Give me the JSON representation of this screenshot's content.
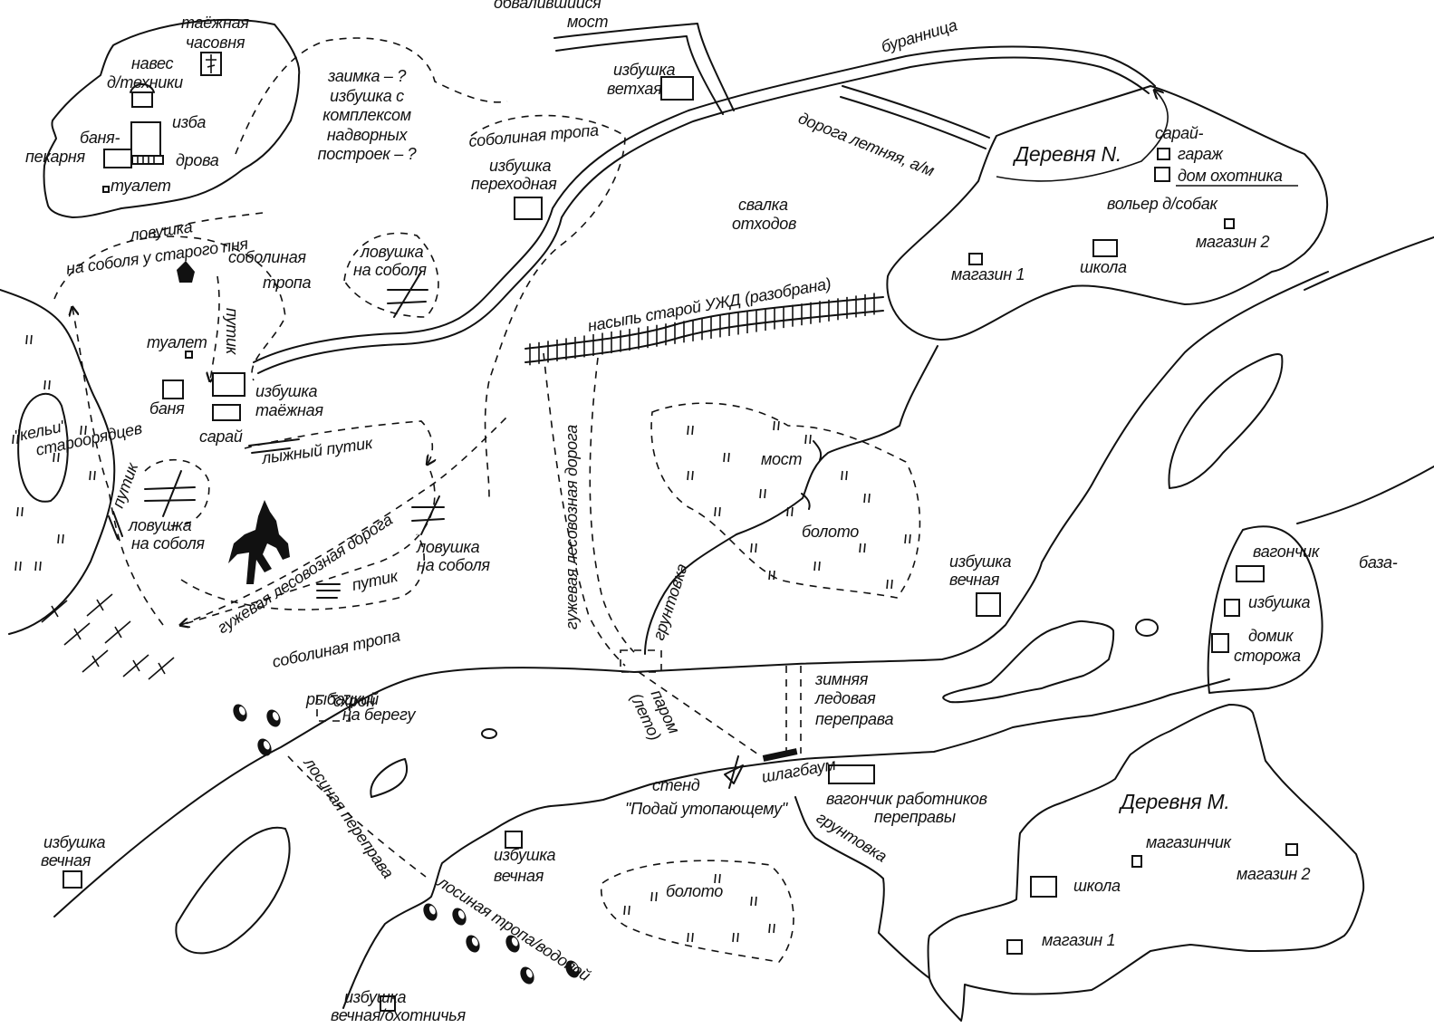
{
  "colors": {
    "ink": "#111111",
    "paper": "#ffffff"
  },
  "labels": {
    "chapel": [
      "таёжная",
      "часовня"
    ],
    "shelter": [
      "навес",
      "д/техники"
    ],
    "izba": "изба",
    "banya_bakery": [
      "баня-",
      "пекарня"
    ],
    "firewood": "дрова",
    "toilet1": "туалет",
    "zaimka": [
      "заимка – ?",
      "избушка с",
      "комплексом",
      "надворных",
      "построек – ?"
    ],
    "collapsed_bridge": [
      "обвалившийся",
      "мост"
    ],
    "old_hut": [
      "избушка",
      "ветхая"
    ],
    "buranitsa": "буранница",
    "summer_road": "дорога летняя, а/м",
    "sable_trail1": "соболиная тропа",
    "transit_hut": [
      "избушка",
      "переходная"
    ],
    "dump": [
      "свалка",
      "отходов"
    ],
    "village_n": "Деревня N.",
    "garage": [
      "сарай-",
      "гараж"
    ],
    "hunter_house": "дом охотника",
    "kennel": "вольер д/собак",
    "shop2_n": "магазин 2",
    "shop1_n": "магазин 1",
    "school_n": "школа",
    "railway": "насыпь старой УЖД (разобрана)",
    "trap_stump": [
      "ловушка",
      "на соболя у старого пня"
    ],
    "sable_trail2": [
      "соболиная",
      "тропа"
    ],
    "trap_center": [
      "ловушка",
      "на соболя"
    ],
    "putik1": "путик",
    "toilet2": "туалет",
    "hut_taiga": [
      "избушка",
      "таёжная"
    ],
    "banya2": "баня",
    "shed": "сарай",
    "cells": [
      "\"кельи\"",
      "староорядцев"
    ],
    "ski_putik": "лыжный путик",
    "putik2": "путик",
    "trap_left": [
      "ловушка",
      "на соболя"
    ],
    "horse_road1": "гужевая лесовозная дорога",
    "putik3": "путик",
    "trap_right": [
      "ловушка",
      "на соболя"
    ],
    "horse_road2": "гужевая лесовозная дорога",
    "dirt_road1": "грунтовка",
    "bridge": "мост",
    "swamp1": "болото",
    "eternal_hut1": [
      "избушка",
      "вечная"
    ],
    "wagon": "вагончик",
    "hut_base": "избушка",
    "guard_house": [
      "домик",
      "сторожа"
    ],
    "base": "база-",
    "sable_trail3": "соболиная тропа",
    "fish_cache": [
      "рыбацкий",
      "схрон",
      "на берегу"
    ],
    "ferry": [
      "паром",
      "(лето)"
    ],
    "ice_crossing": [
      "зимняя",
      "ледовая",
      "переправа"
    ],
    "stand": [
      "стенд",
      "\"Подай утопающему\""
    ],
    "barrier": "шлагбаум",
    "workers_wagon": [
      "вагончик работников",
      "переправы"
    ],
    "dirt_road2": "грунтовка",
    "village_m": "Деревня М.",
    "shop_small": "магазинчик",
    "shop2_m": "магазин 2",
    "school_m": "школа",
    "shop1_m": "магазин 1",
    "moose_crossing": "лосиная переправа",
    "moose_trail": "лосиная тропа/водопой",
    "eternal_hut2": [
      "избушка",
      "вечная"
    ],
    "eternal_hut3": [
      "избушка",
      "вечная"
    ],
    "swamp2": "болото",
    "eternal_hunt_hut": [
      "избушка",
      "вечная/охотничья"
    ]
  }
}
